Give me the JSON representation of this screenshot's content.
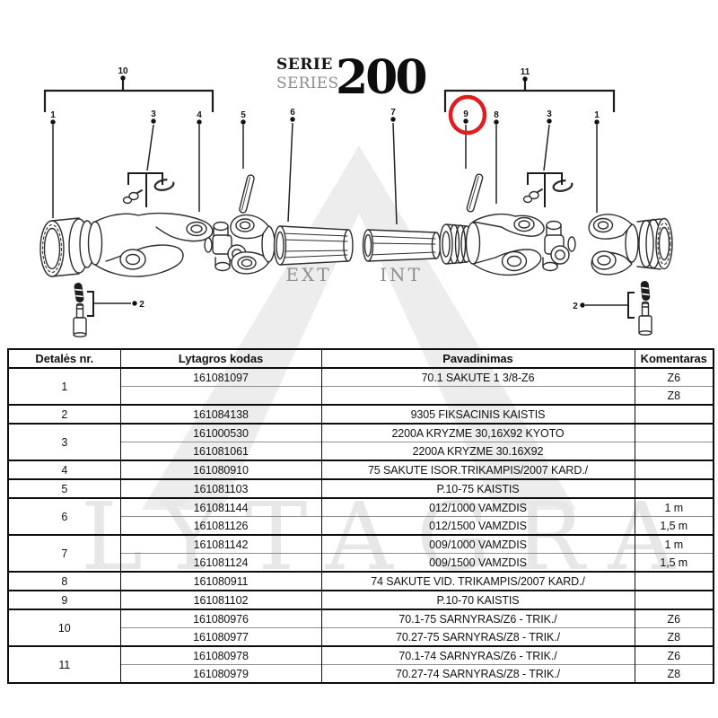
{
  "title": {
    "serie_line1": "SERIE",
    "serie_line2": "SERIES",
    "series_number": "200"
  },
  "diagram": {
    "watermark_text": "LYTAGRA",
    "tube_labels": {
      "ext": "EXT",
      "int": "INT"
    },
    "callouts": {
      "c10": "10",
      "c11": "11",
      "l1": "1",
      "l3": "3",
      "l4": "4",
      "l5": "5",
      "c6": "6",
      "c7": "7",
      "r9": "9",
      "r8": "8",
      "r3": "3",
      "r1": "1",
      "b2_left": "2",
      "b2_right": "2"
    },
    "highlight": {
      "circled_callout": "9",
      "color": "#e01e20"
    }
  },
  "table": {
    "headers": [
      "Detalės nr.",
      "Lytagros kodas",
      "Pavadinimas",
      "Komentaras"
    ],
    "groups": [
      {
        "nr": "1",
        "rows": [
          {
            "kodas": "161081097",
            "pavadinimas": "70.1 SAKUTE 1 3/8-Z6",
            "komentaras": "Z6"
          },
          {
            "kodas": "",
            "pavadinimas": "",
            "komentaras": "Z8"
          }
        ]
      },
      {
        "nr": "2",
        "rows": [
          {
            "kodas": "161084138",
            "pavadinimas": "9305 FIKSACINIS KAISTIS",
            "komentaras": ""
          }
        ]
      },
      {
        "nr": "3",
        "rows": [
          {
            "kodas": "161000530",
            "pavadinimas": "2200A KRYZME 30,16X92 KYOTO",
            "komentaras": ""
          },
          {
            "kodas": "161081061",
            "pavadinimas": "2200A KRYZME 30.16X92",
            "komentaras": ""
          }
        ]
      },
      {
        "nr": "4",
        "rows": [
          {
            "kodas": "161080910",
            "pavadinimas": "75 SAKUTE ISOR.TRIKAMPIS/2007 KARD./",
            "komentaras": ""
          }
        ]
      },
      {
        "nr": "5",
        "rows": [
          {
            "kodas": "161081103",
            "pavadinimas": "P.10-75 KAISTIS",
            "komentaras": ""
          }
        ]
      },
      {
        "nr": "6",
        "rows": [
          {
            "kodas": "161081144",
            "pavadinimas": "012/1000 VAMZDIS",
            "komentaras": "1 m"
          },
          {
            "kodas": "161081126",
            "pavadinimas": "012/1500 VAMZDIS",
            "komentaras": "1,5 m"
          }
        ]
      },
      {
        "nr": "7",
        "rows": [
          {
            "kodas": "161081142",
            "pavadinimas": "009/1000 VAMZDIS",
            "komentaras": "1 m"
          },
          {
            "kodas": "161081124",
            "pavadinimas": "009/1500 VAMZDIS",
            "komentaras": "1,5 m"
          }
        ]
      },
      {
        "nr": "8",
        "rows": [
          {
            "kodas": "161080911",
            "pavadinimas": "74 SAKUTE VID. TRIKAMPIS/2007 KARD./",
            "komentaras": ""
          }
        ]
      },
      {
        "nr": "9",
        "rows": [
          {
            "kodas": "161081102",
            "pavadinimas": "P.10-70 KAISTIS",
            "komentaras": ""
          }
        ]
      },
      {
        "nr": "10",
        "rows": [
          {
            "kodas": "161080976",
            "pavadinimas": "70.1-75 SARNYRAS/Z6 - TRIK./",
            "komentaras": "Z6"
          },
          {
            "kodas": "161080977",
            "pavadinimas": "70.27-75 SARNYRAS/Z8 - TRIK./",
            "komentaras": "Z8"
          }
        ]
      },
      {
        "nr": "11",
        "rows": [
          {
            "kodas": "161080978",
            "pavadinimas": "70.1-74 SARNYRAS/Z6 - TRIK./",
            "komentaras": "Z6"
          },
          {
            "kodas": "161080979",
            "pavadinimas": "70.27-74 SARNYRAS/Z8 - TRIK./",
            "komentaras": "Z8"
          }
        ]
      }
    ]
  },
  "colors": {
    "highlight_red": "#e01e20",
    "line_art": "#2d2d2d",
    "watermark_gray": "#ededed"
  }
}
